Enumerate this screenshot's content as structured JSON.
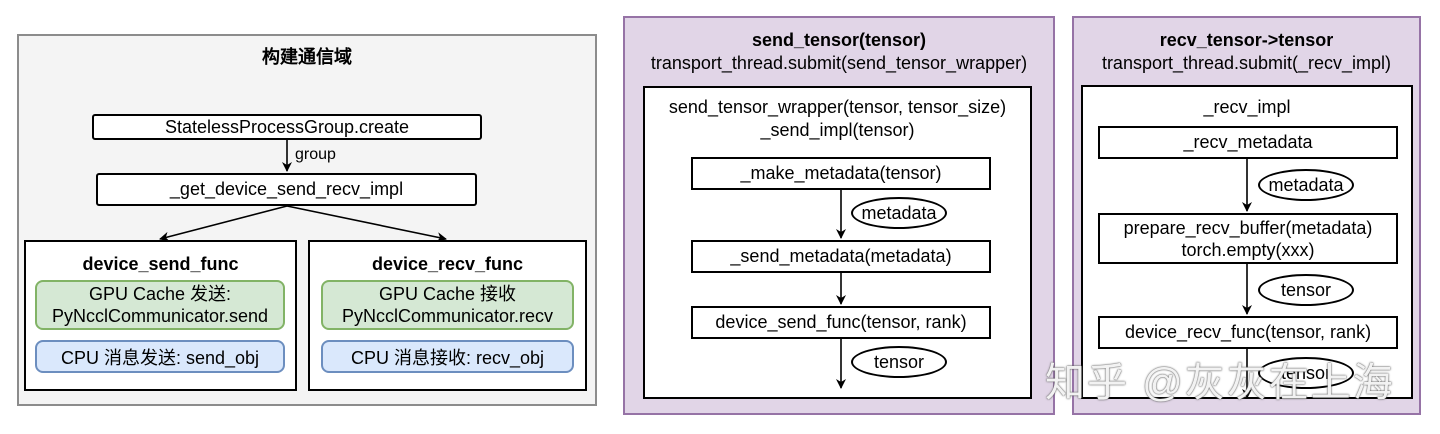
{
  "left_panel": {
    "title": "构建通信域",
    "create_box": "StatelessProcessGroup.create",
    "group_label": "group",
    "impl_box": "_get_device_send_recv_impl",
    "send_func": {
      "title": "device_send_func",
      "gpu_line1": "GPU Cache 发送:",
      "gpu_line2": "PyNcclCommunicator.send",
      "cpu": "CPU 消息发送: send_obj"
    },
    "recv_func": {
      "title": "device_recv_func",
      "gpu_line1": "GPU Cache 接收",
      "gpu_line2": "PyNcclCommunicator.recv",
      "cpu": "CPU 消息接收: recv_obj"
    }
  },
  "send_panel": {
    "title": "send_tensor(tensor)",
    "subtitle": "transport_thread.submit(send_tensor_wrapper)",
    "inner_line1": "send_tensor_wrapper(tensor, tensor_size)",
    "inner_line2": "_send_impl(tensor)",
    "step1": "_make_metadata(tensor)",
    "oval1": "metadata",
    "step2": "_send_metadata(metadata)",
    "step3": "device_send_func(tensor, rank)",
    "oval2": "tensor"
  },
  "recv_panel": {
    "title": "recv_tensor->tensor",
    "subtitle": "transport_thread.submit(_recv_impl)",
    "inner_title": "_recv_impl",
    "step1": "_recv_metadata",
    "oval1": "metadata",
    "step2_line1": "prepare_recv_buffer(metadata)",
    "step2_line2": "torch.empty(xxx)",
    "oval2": "tensor",
    "step3": "device_recv_func(tensor, rank)",
    "oval3": "tensor"
  },
  "watermark": "知乎 @灰灰在上海"
}
